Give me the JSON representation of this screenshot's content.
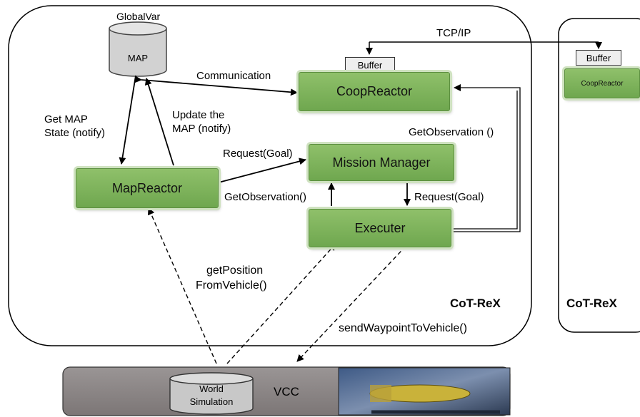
{
  "global_var": {
    "title": "GlobalVar",
    "db_label": "MAP"
  },
  "main": {
    "title": "CoT-ReX"
  },
  "remote": {
    "title": "CoT-ReX",
    "buffer": "Buffer",
    "reactor": "CoopReactor"
  },
  "nodes": {
    "coop_reactor": "CoopReactor",
    "coop_buffer": "Buffer",
    "mission_manager": "Mission Manager",
    "map_reactor": "MapReactor",
    "executer": "Executer"
  },
  "edges": {
    "tcp_ip": "TCP/IP",
    "communication": "Communication",
    "get_map_state": [
      "Get MAP",
      "State (notify)"
    ],
    "update_map": [
      "Update the",
      "MAP (notify)"
    ],
    "get_observation_top": "GetObservation ()",
    "request_goal_left": "Request(Goal)",
    "get_observation_mid": "GetObservation()",
    "request_goal_right": "Request(Goal)",
    "get_position": [
      "getPosition",
      "FromVehicle()"
    ],
    "send_waypoint": "sendWaypointToVehicle()"
  },
  "simulation": {
    "world_label": [
      "World",
      "Simulation"
    ],
    "vcc": "VCC",
    "vehicle_photo": "vehicle-photo"
  }
}
